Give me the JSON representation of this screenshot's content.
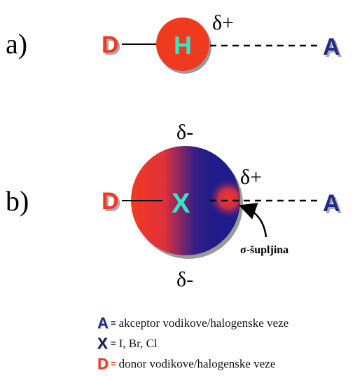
{
  "panel_a": {
    "label": "a)",
    "donor": "D",
    "center": "H",
    "delta_plus": "δ+",
    "acceptor": "A"
  },
  "panel_b": {
    "label": "b)",
    "donor": "D",
    "center": "X",
    "delta_minus_top": "δ-",
    "delta_minus_bottom": "δ-",
    "delta_plus": "δ+",
    "acceptor": "A",
    "sigma_hole_label": "σ-šupljina"
  },
  "legend": [
    {
      "symbol": "A",
      "equals": "=",
      "text": "akceptor vodikove/halogenske veze",
      "color": "#1e2a8c"
    },
    {
      "symbol": "X",
      "equals": "=",
      "text": "I, Br, Cl",
      "color": "#101a55"
    },
    {
      "symbol": "D",
      "equals": "=",
      "text": "donor vodikove/halogenske veze",
      "color": "#ee3a24"
    }
  ],
  "colors": {
    "donor": "#ee3a24",
    "acceptor": "#1e2a8c",
    "hydrogen_atom": "#f03a20",
    "atom_label": "#35e6c4",
    "x_atom_red": "#f23b22",
    "x_atom_blue": "#1d1c8a"
  }
}
